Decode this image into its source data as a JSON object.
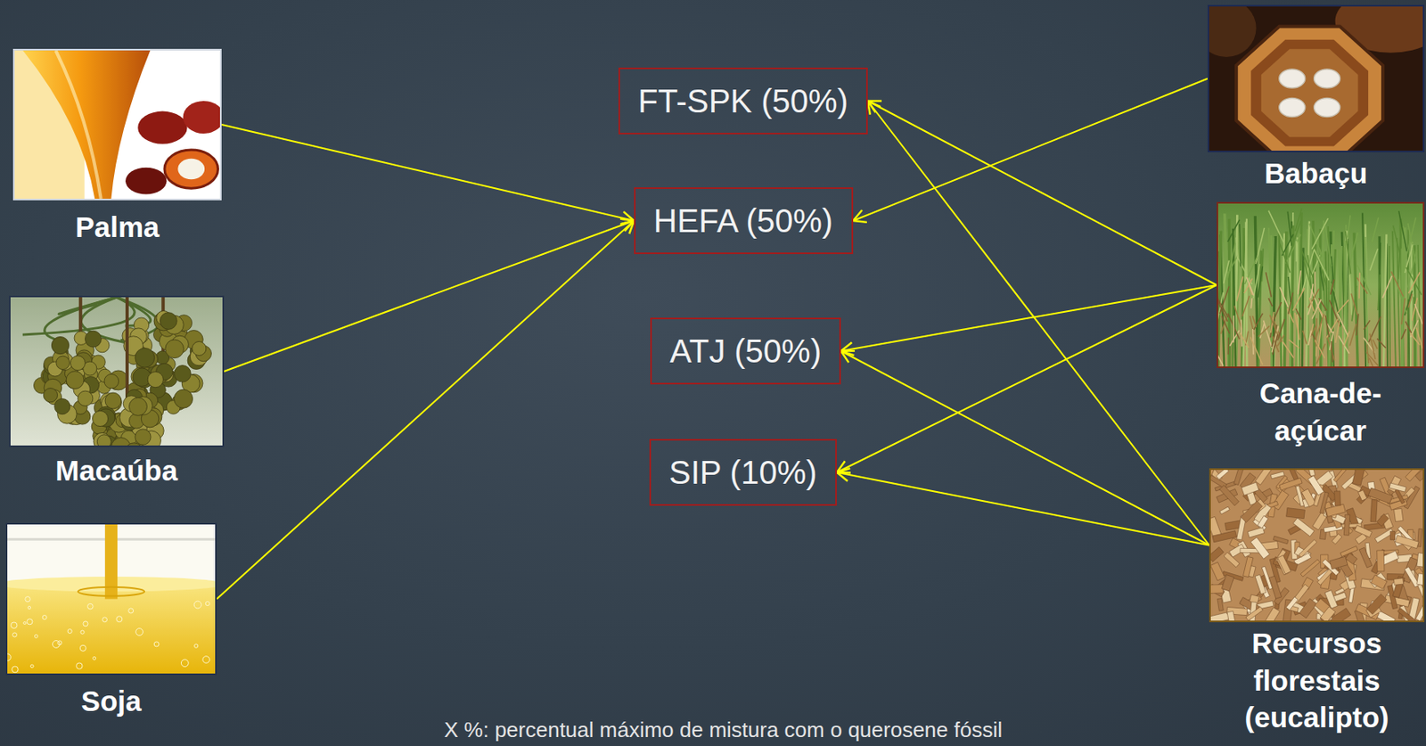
{
  "diagram": {
    "nodes": [
      {
        "text": [
          "Palma"
        ]
      },
      {
        "text": [
          "Macaúba"
        ]
      },
      {
        "text": [
          "Soja"
        ]
      },
      {
        "text": [
          "FT-SPK (50%)"
        ]
      },
      {
        "text": [
          "HEFA (50%)"
        ]
      },
      {
        "text": [
          "ATJ (50%)"
        ]
      },
      {
        "text": [
          "SIP (10%)"
        ]
      },
      {
        "text": [
          "Babaçu"
        ]
      },
      {
        "text": [
          "Cana-de- açúcar"
        ]
      },
      {
        "text": [
          "Recursos florestais (eucalipto)"
        ]
      }
    ],
    "edges": [
      {
        "from": 0,
        "to": 4,
        "arrow": "to"
      },
      {
        "from": 1,
        "to": 4,
        "arrow": "to"
      },
      {
        "from": 2,
        "to": 4,
        "arrow": "to"
      },
      {
        "from": 7,
        "to": 4,
        "arrow": "to"
      },
      {
        "from": 8,
        "to": 3,
        "arrow": "to"
      },
      {
        "from": 8,
        "to": 5,
        "arrow": "to"
      },
      {
        "from": 8,
        "to": 6,
        "arrow": "to"
      },
      {
        "from": 9,
        "to": 3,
        "arrow": "to"
      },
      {
        "from": 9,
        "to": 5,
        "arrow": "to"
      },
      {
        "from": 9,
        "to": 6,
        "arrow": "to"
      }
    ],
    "labels": [
      "X %: percentual máximo de mistura com o querosene fóssil"
    ]
  }
}
